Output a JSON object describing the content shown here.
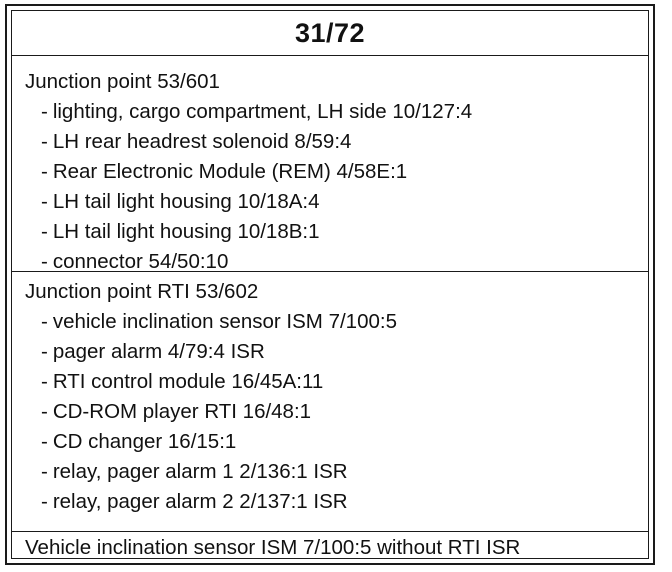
{
  "title": "31/72",
  "sections": [
    {
      "heading": "Junction point 53/601",
      "items": [
        "lighting, cargo compartment, LH side 10/127:4",
        "LH rear headrest solenoid 8/59:4",
        "Rear Electronic Module (REM) 4/58E:1",
        "LH tail light housing 10/18A:4",
        "LH tail light housing 10/18B:1",
        "connector 54/50:10"
      ]
    },
    {
      "heading": "Junction point RTI 53/602",
      "items": [
        "vehicle inclination sensor ISM 7/100:5",
        "pager alarm 4/79:4 ISR",
        "RTI control module 16/45A:11",
        "CD-ROM player RTI 16/48:1",
        "CD changer 16/15:1",
        "relay, pager alarm 1 2/136:1 ISR",
        "relay, pager alarm 2 2/137:1 ISR"
      ]
    },
    {
      "heading": "Vehicle inclination sensor ISM 7/100:5 without RTI ISR",
      "items": []
    }
  ],
  "bullet": "-"
}
